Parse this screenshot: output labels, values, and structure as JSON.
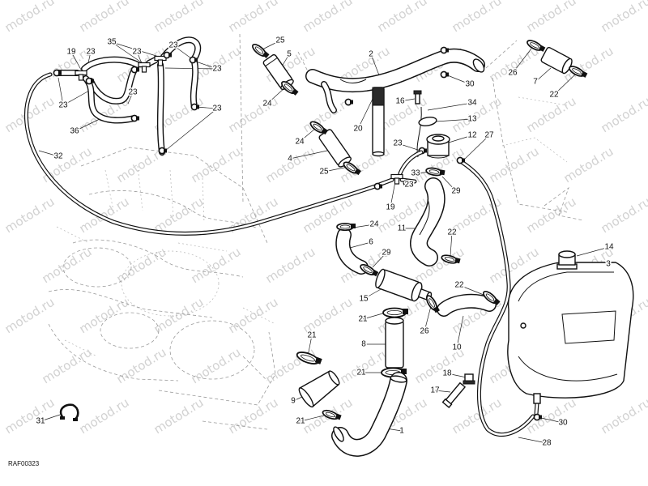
{
  "figure_id": "RAF00323",
  "watermark": "motod.ru",
  "callouts": [
    "19",
    "23",
    "35",
    "23",
    "23",
    "23",
    "23",
    "23",
    "23",
    "36",
    "32",
    "25",
    "5",
    "24",
    "2",
    "30",
    "16",
    "34",
    "20",
    "13",
    "12",
    "27",
    "24",
    "4",
    "25",
    "23",
    "33",
    "23",
    "29",
    "19",
    "24",
    "11",
    "22",
    "6",
    "29",
    "15",
    "22",
    "21",
    "26",
    "10",
    "8",
    "21",
    "21",
    "18",
    "17",
    "9",
    "21",
    "1",
    "31",
    "30",
    "28",
    "26",
    "7",
    "22",
    "14",
    "3"
  ]
}
